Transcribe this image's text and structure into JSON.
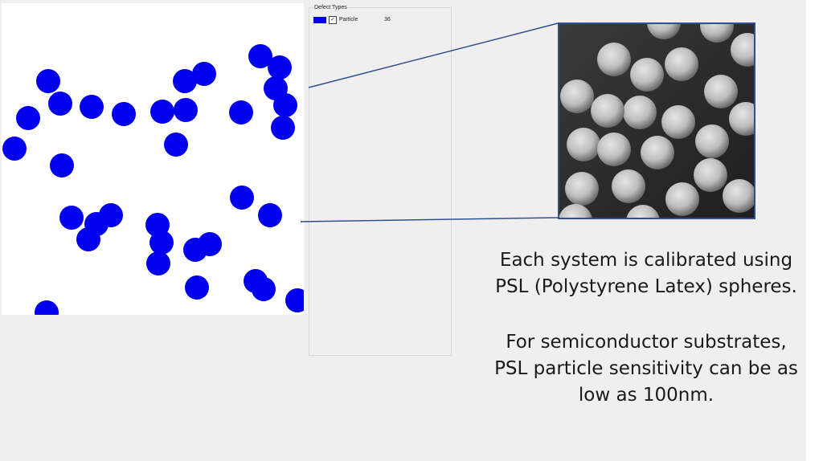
{
  "colors": {
    "particle": "#0000ee",
    "connector": "#2f4f8f",
    "sem_frame": "#2f4f8f"
  },
  "legend": {
    "title": "Defect Types",
    "items": [
      {
        "label": "Particle",
        "count": "36",
        "checked": true,
        "color": "#0000ee"
      }
    ]
  },
  "caption": {
    "line1": "Each system is calibrated using",
    "line2": "PSL (Polystyrene Latex) spheres.",
    "line3": "For semiconductor substrates,",
    "line4": "PSL particle sensitivity can be as",
    "line5": "low as 100nm."
  }
}
